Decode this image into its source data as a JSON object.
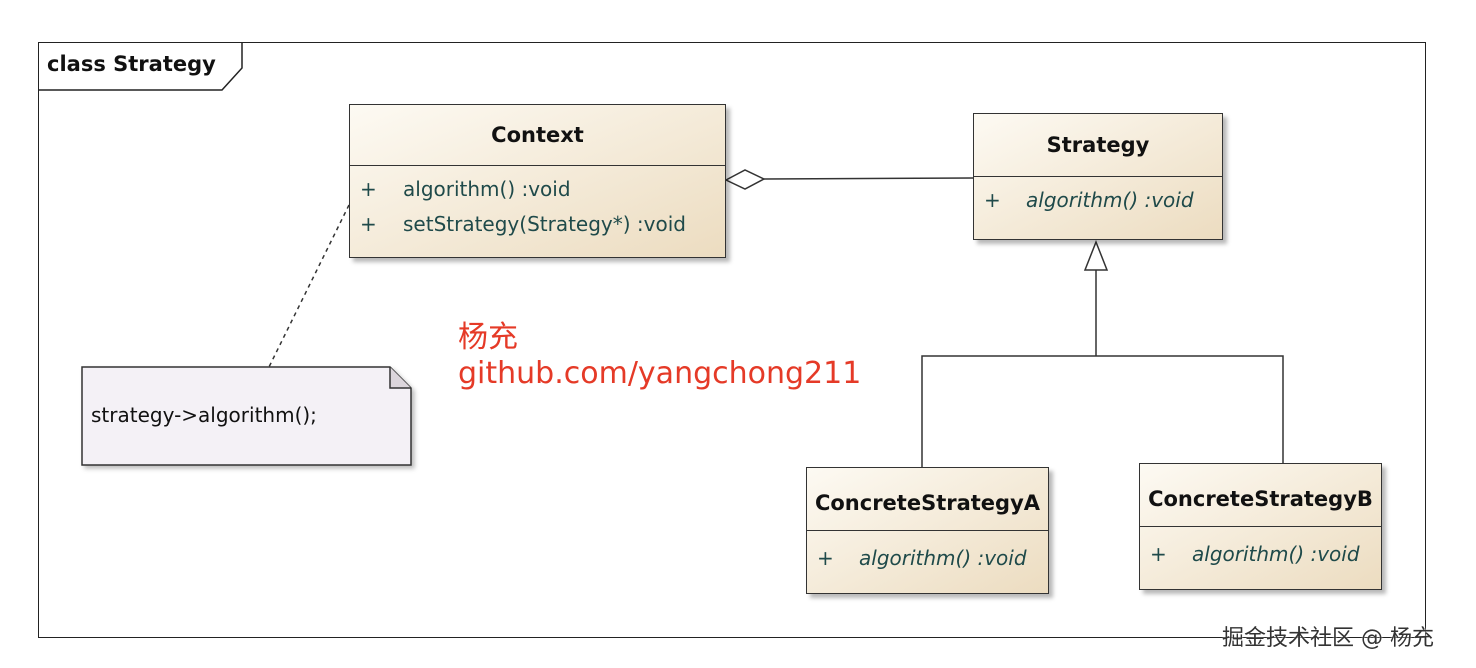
{
  "frame": {
    "label": "class Strategy"
  },
  "context": {
    "name": "Context",
    "ops": [
      {
        "vis": "+",
        "sig": "algorithm()  :void"
      },
      {
        "vis": "+",
        "sig": "setStrategy(Strategy*)  :void"
      }
    ]
  },
  "strategy": {
    "name": "Strategy",
    "ops": [
      {
        "vis": "+",
        "sig": "algorithm()  :void"
      }
    ]
  },
  "concrete_a": {
    "name": "ConcreteStrategyA",
    "ops": [
      {
        "vis": "+",
        "sig": "algorithm()  :void"
      }
    ]
  },
  "concrete_b": {
    "name": "ConcreteStrategyB",
    "ops": [
      {
        "vis": "+",
        "sig": "algorithm()  :void"
      }
    ]
  },
  "note": {
    "text": "strategy->algorithm();"
  },
  "watermark": {
    "name": "杨充",
    "url": "github.com/yangchong211",
    "color": "#e53a27"
  },
  "credit": {
    "text": "掘金技术社区 @ 杨充"
  }
}
